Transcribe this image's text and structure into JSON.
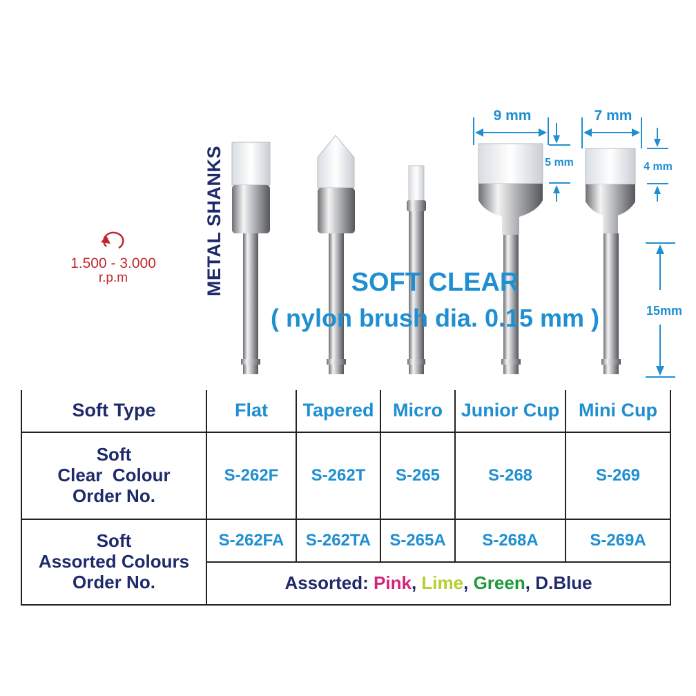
{
  "side_label": "METAL SHANKS",
  "speed": {
    "range": "1.500 - 3.000",
    "unit": "r.p.m"
  },
  "title": {
    "main": "SOFT CLEAR",
    "sub": "( nylon brush dia. 0.15 mm )"
  },
  "dimensions": {
    "junior_width": "9 mm",
    "mini_width": "7 mm",
    "junior_height": "5 mm",
    "mini_height": "4 mm",
    "shank_length": "15mm"
  },
  "table": {
    "type_label": "Soft Type",
    "types": [
      "Flat",
      "Tapered",
      "Micro",
      "Junior Cup",
      "Mini Cup"
    ],
    "clear": {
      "label_line1": "Soft",
      "label_line2": "Clear  Colour",
      "label_line3": "Order No.",
      "codes": [
        "S-262F",
        "S-262T",
        "S-265",
        "S-268",
        "S-269"
      ]
    },
    "assorted": {
      "label_line1": "Soft",
      "label_line2": "Assorted Colours",
      "label_line3": "Order No.",
      "codes": [
        "S-262FA",
        "S-262TA",
        "S-265A",
        "S-268A",
        "S-269A"
      ],
      "colors_prefix": "Assorted:",
      "colors": [
        "Pink",
        "Lime",
        "Green",
        "D.Blue"
      ],
      "separator": ","
    }
  },
  "colors": {
    "navy": "#1f2a6b",
    "accent_blue": "#1f8fd1",
    "rpm_red": "#c0282e",
    "pink": "#d4237a",
    "lime": "#b5cf2e",
    "green": "#1e9a3a"
  }
}
